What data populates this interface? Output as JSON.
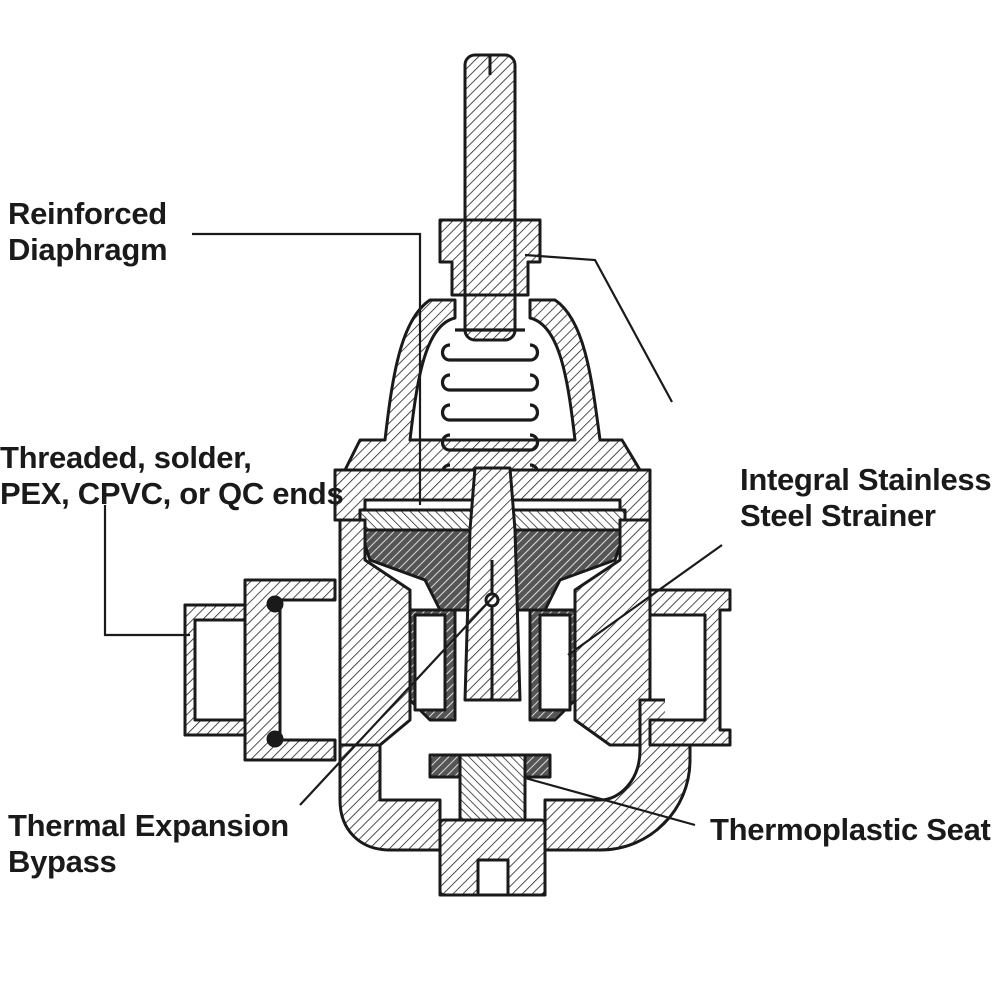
{
  "labels": {
    "reinforced_diaphragm": {
      "line1": "Reinforced",
      "line2": "Diaphragm"
    },
    "ends": {
      "line1": "Threaded, solder,",
      "line2": "PEX, CPVC, or QC ends"
    },
    "strainer": {
      "line1": "Integral Stainless",
      "line2": "Steel Strainer"
    },
    "bypass": {
      "line1": "Thermal Expansion",
      "line2": "Bypass"
    },
    "seat": {
      "line1": "Thermoplastic Seat"
    }
  },
  "colors": {
    "ink": "#1a1a1a",
    "fill_light": "#e9e9e9",
    "fill_dark": "#7a7a7a",
    "background": "#ffffff"
  }
}
